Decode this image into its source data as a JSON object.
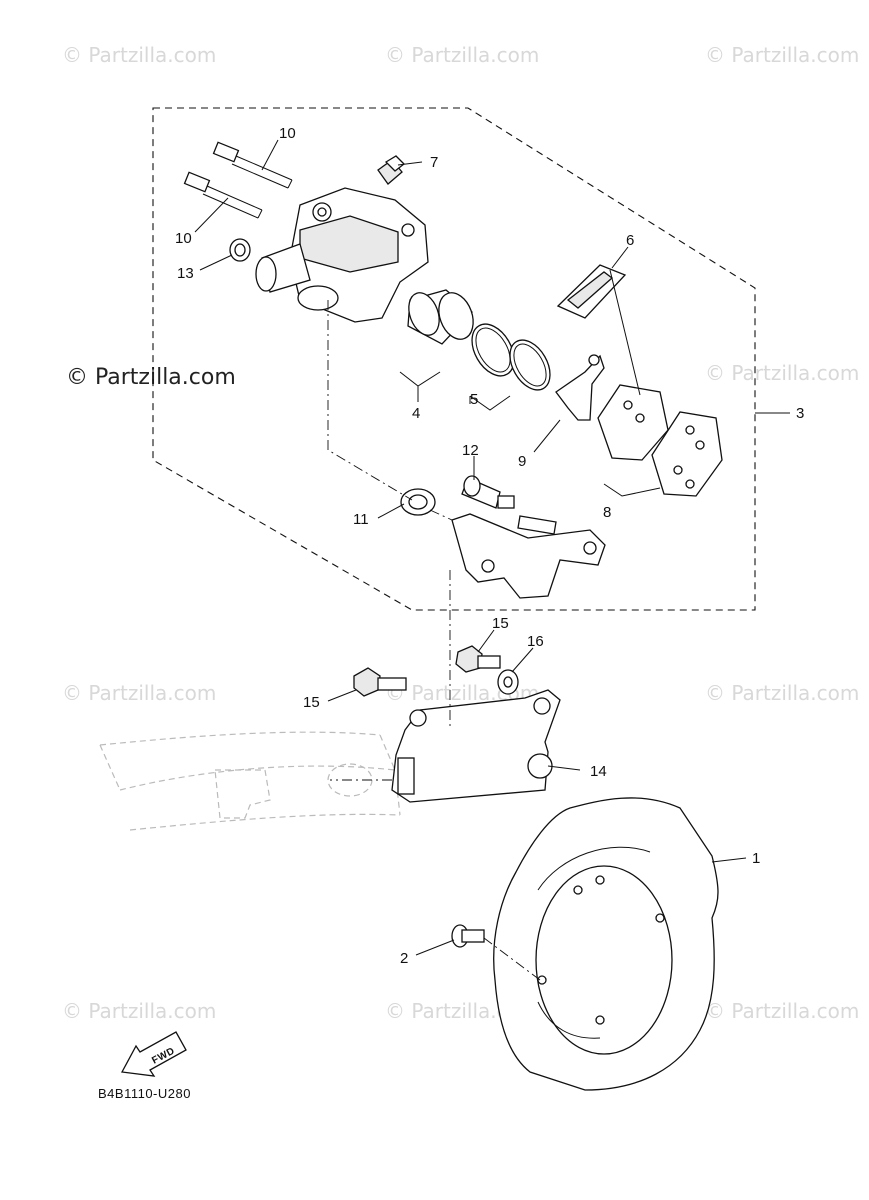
{
  "watermark": {
    "text": "© Partzilla.com",
    "primary_text": "© Partzilla.com"
  },
  "diagram_code": "B4B1110-U280",
  "fwd_label": "FWD",
  "callouts": {
    "c1": "1",
    "c2": "2",
    "c3": "3",
    "c4": "4",
    "c5": "5",
    "c6": "6",
    "c7": "7",
    "c8": "8",
    "c9": "9",
    "c10a": "10",
    "c10b": "10",
    "c11": "11",
    "c12": "12",
    "c13": "13",
    "c14": "14",
    "c15a": "15",
    "c15b": "15",
    "c16": "16"
  },
  "colors": {
    "ink": "#111111",
    "watermark": "#d8d8d8"
  }
}
